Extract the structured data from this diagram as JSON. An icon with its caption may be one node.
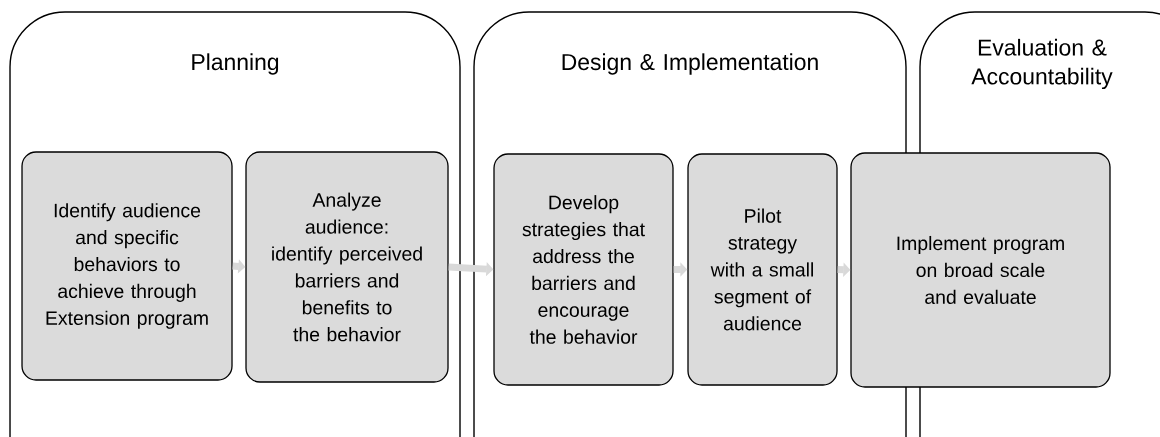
{
  "diagram": {
    "nodes": [
      {
        "text": [
          "Planning"
        ]
      },
      {
        "text": [
          "Identify audience and specific behaviors to achieve through Extension program"
        ],
        "in": 0
      },
      {
        "text": [
          "Analyze audience: identify perceived barriers and benefits to the behavior"
        ],
        "in": 0
      },
      {
        "text": [
          "Design & Implementation"
        ]
      },
      {
        "text": [
          "Develop strategies that address the barriers and encourage the behavior"
        ],
        "in": 3
      },
      {
        "text": [
          "Pilot strategy with a small segment of audience"
        ],
        "in": 3
      },
      {
        "text": [
          "Evaluation & Accountability"
        ]
      },
      {
        "text": [
          "Implement program on broad scale and evaluate"
        ]
      }
    ],
    "edges": [
      {
        "from": 1,
        "to": 2,
        "arrow": "to"
      },
      {
        "from": 2,
        "to": 4,
        "arrow": "to"
      },
      {
        "from": 4,
        "to": 5,
        "arrow": "to"
      },
      {
        "from": 5,
        "to": 7,
        "arrow": "to"
      }
    ]
  }
}
